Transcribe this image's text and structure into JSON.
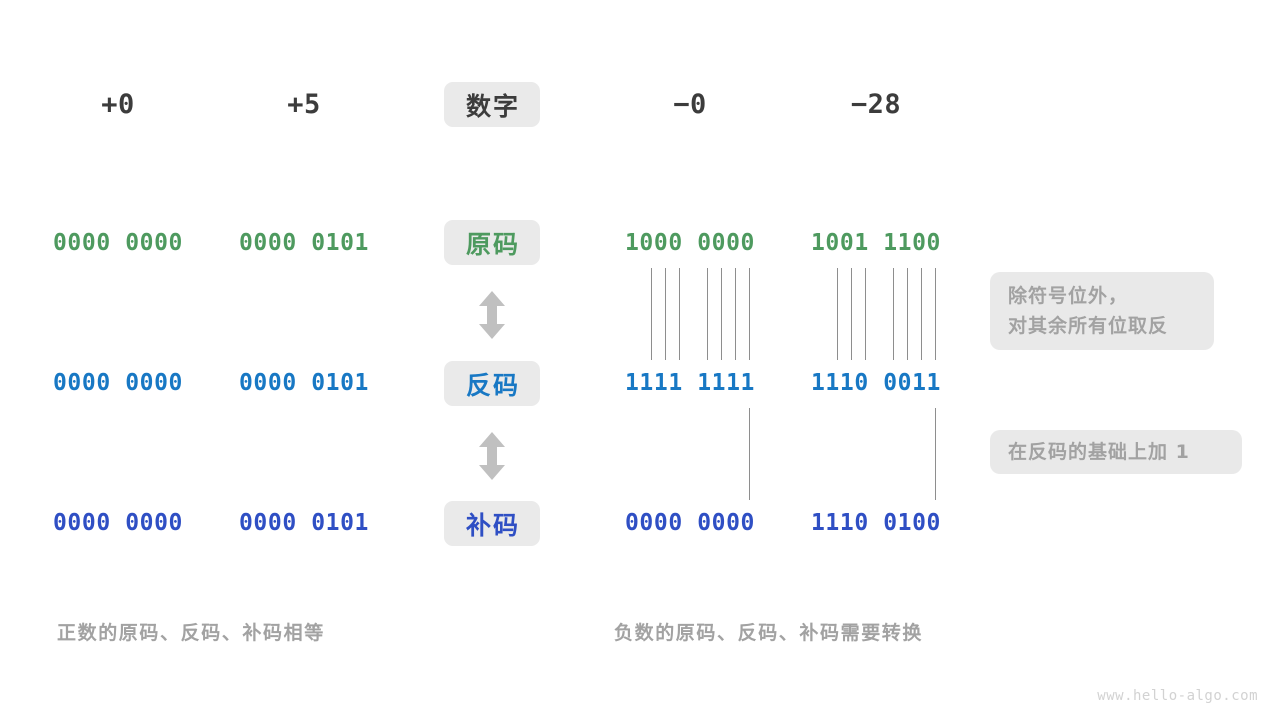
{
  "colors": {
    "sign_magnitude": "#4e9a5f",
    "ones_complement": "#1878c4",
    "twos_complement": "#2f4fc4",
    "heading": "#3c3c3c",
    "pill_bg": "#eaeaea",
    "note_bg": "#e9e9e9",
    "note_text": "#a2a2a2",
    "tick_line": "#8e8e8e",
    "arrow": "#c0c0c0",
    "watermark": "#d2d2d2",
    "background": "#ffffff"
  },
  "row_labels": {
    "header": "数字",
    "sign_magnitude": "原码",
    "ones_complement": "反码",
    "twos_complement": "补码"
  },
  "columns": [
    {
      "name": "plus-zero",
      "header": "+0"
    },
    {
      "name": "plus-five",
      "header": "+5"
    },
    {
      "name": "minus-zero",
      "header": "−0"
    },
    {
      "name": "minus-28",
      "header": "−28"
    }
  ],
  "rows": {
    "sign_magnitude": {
      "label": "原码",
      "values": [
        "0000 0000",
        "0000 0101",
        "1000 0000",
        "1001 1100"
      ]
    },
    "ones_complement": {
      "label": "反码",
      "values": [
        "0000 0000",
        "0000 0101",
        "1111 1111",
        "1110 0011"
      ]
    },
    "twos_complement": {
      "label": "补码",
      "values": [
        "0000 0000",
        "0000 0101",
        "0000 0000",
        "1110 0100"
      ]
    }
  },
  "notes": {
    "invert": {
      "line1": "除符号位外，",
      "line2": "对其余所有位取反"
    },
    "add_one": {
      "line1": "在反码的基础上加  1"
    }
  },
  "captions": {
    "positive": "正数的原码、反码、补码相等",
    "negative": "负数的原码、反码、补码需要转换"
  },
  "watermark": "www.hello-algo.com"
}
